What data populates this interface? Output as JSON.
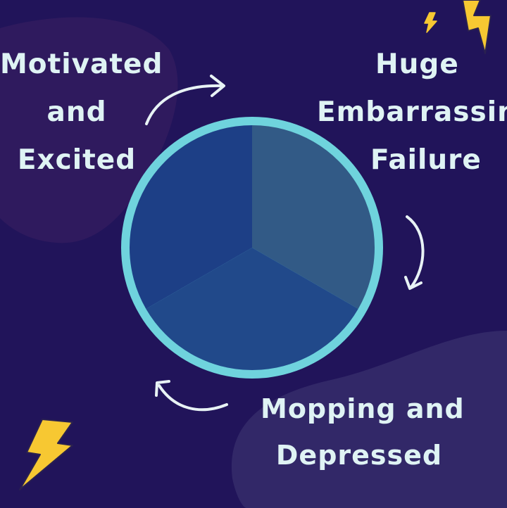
{
  "colors": {
    "background": "#21145a",
    "blob_left": "#2f1a5e",
    "blob_right": "#322868",
    "ring": "#6fd3dd",
    "segment_top_right": "#325a86",
    "segment_bottom": "#21498a",
    "segment_left": "#1d3f86",
    "text": "#dff3f4",
    "lightning": "#f7c832"
  },
  "stages": [
    {
      "lines": [
        "Motivated",
        "and",
        "Excited"
      ]
    },
    {
      "lines": [
        "Huge",
        "Embarrassing",
        "Failure"
      ]
    },
    {
      "lines": [
        "Mopping and",
        "Depressed"
      ]
    }
  ],
  "icons": [
    "arrow-icon",
    "arrow-icon",
    "arrow-icon",
    "lightning-icon",
    "lightning-icon",
    "lightning-icon"
  ]
}
